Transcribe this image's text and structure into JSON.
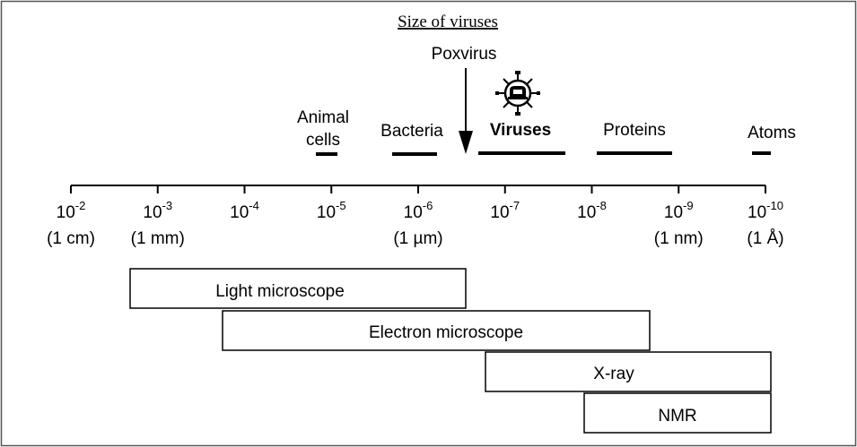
{
  "title": "Size of viruses",
  "pointer_label": "Poxvirus",
  "objects": [
    {
      "key": "animal",
      "lines": [
        "Animal",
        "cells"
      ],
      "bold": false
    },
    {
      "key": "bacteria",
      "lines": [
        "Bacteria"
      ],
      "bold": false
    },
    {
      "key": "viruses",
      "lines": [
        "Viruses"
      ],
      "bold": true
    },
    {
      "key": "proteins",
      "lines": [
        "Proteins"
      ],
      "bold": false
    },
    {
      "key": "atoms",
      "lines": [
        "Atoms"
      ],
      "bold": false
    }
  ],
  "ticks": [
    {
      "base": "10",
      "exp": "-2",
      "unit": "(1 cm)"
    },
    {
      "base": "10",
      "exp": "-3",
      "unit": "(1 mm)"
    },
    {
      "base": "10",
      "exp": "-4",
      "unit": ""
    },
    {
      "base": "10",
      "exp": "-5",
      "unit": ""
    },
    {
      "base": "10",
      "exp": "-6",
      "unit": "(1 µm)"
    },
    {
      "base": "10",
      "exp": "-7",
      "unit": ""
    },
    {
      "base": "10",
      "exp": "-8",
      "unit": ""
    },
    {
      "base": "10",
      "exp": "-9",
      "unit": "(1 nm)"
    },
    {
      "base": "10",
      "exp": "-10",
      "unit": "(1 Å)"
    }
  ],
  "methods": [
    {
      "key": "light",
      "label": "Light microscope"
    },
    {
      "key": "electron",
      "label": "Electron microscope"
    },
    {
      "key": "xray",
      "label": "X-ray"
    },
    {
      "key": "nmr",
      "label": "NMR"
    }
  ],
  "icons": {
    "virus": "virus-icon",
    "pointer": "down-arrow-icon"
  }
}
